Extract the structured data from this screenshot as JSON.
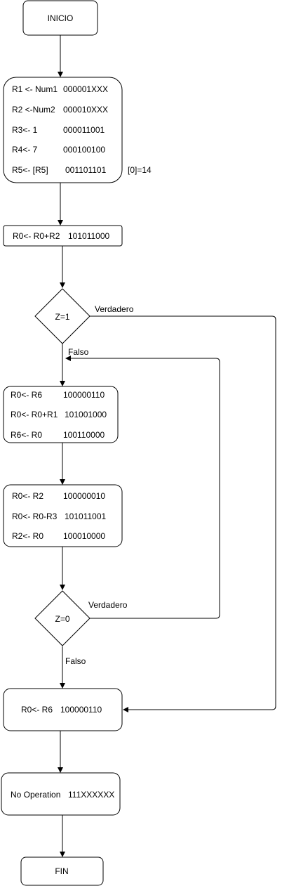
{
  "diagram": {
    "start": "INICIO",
    "init": {
      "lines": [
        {
          "label": "R1 <- Num1",
          "code": "000001XXX"
        },
        {
          "label": "R2 <-Num2",
          "code": "000010XXX"
        },
        {
          "label": "R3<- 1",
          "code": "000011001"
        },
        {
          "label": "R4<- 7",
          "code": "000100100"
        },
        {
          "label": "R5<- [R5]",
          "code": "001101101"
        }
      ],
      "note": "[0]=14"
    },
    "add": {
      "label": "R0<- R0+R2",
      "code": "101011000"
    },
    "decision1": {
      "text": "Z=1",
      "true_label": "Verdadero",
      "false_label": "Falso"
    },
    "block1": {
      "lines": [
        {
          "label": "R0<- R6",
          "code": "100000110"
        },
        {
          "label": "R0<- R0+R1",
          "code": "101001000"
        },
        {
          "label": "R6<- R0",
          "code": "100110000"
        }
      ]
    },
    "block2": {
      "lines": [
        {
          "label": "R0<- R2",
          "code": "100000010"
        },
        {
          "label": "R0<- R0-R3",
          "code": "101011001"
        },
        {
          "label": "R2<- R0",
          "code": "100010000"
        }
      ]
    },
    "decision2": {
      "text": "Z=0",
      "true_label": "Verdadero",
      "false_label": "Falso"
    },
    "result": {
      "label": "R0<- R6",
      "code": "100000110"
    },
    "nop": {
      "label": "No Operation",
      "code": "111XXXXXX"
    },
    "end": "FIN"
  }
}
